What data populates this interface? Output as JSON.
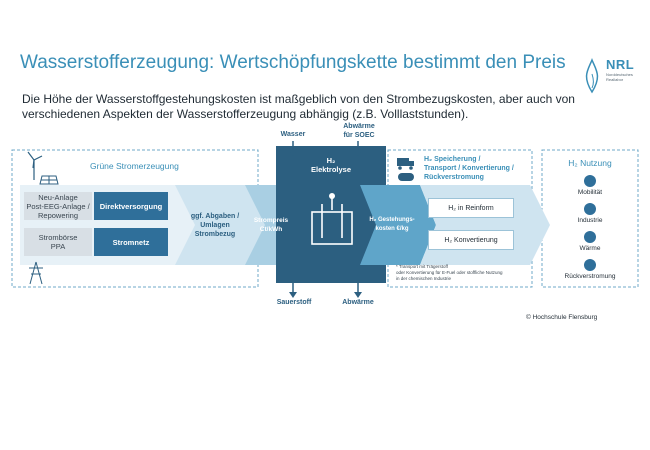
{
  "header": {
    "title": "Wasserstofferzeugung: Wertschöpfungskette bestimmt den Preis",
    "logo_text": "NRL",
    "logo_sub": "Norddeutsches Reallabor"
  },
  "intro": "Die Höhe der Wasserstoffgestehungskosten ist maßgeblich von den Strombezugskosten, aber auch von verschiedenen Aspekten der Wasserstofferzeugung abhängig (z.B. Volllaststunden).",
  "diagram": {
    "green_power_label": "Grüne Stromerzeugung",
    "source1": "Neu-Anlage\nPost-EEG-Anlage /\nRepowering",
    "source1_target": "Direktversorgung",
    "source2": "Strombörse\nPPA",
    "source2_target": "Stromnetz",
    "levies": "ggf. Abgaben /\nUmlagen\nStrombezug",
    "power_price": "Strompreis\nCt/kWh",
    "inputs": {
      "water": "Wasser",
      "waste_heat_soec": "Abwärme\nfür SOEC"
    },
    "electrolysis": "H₂\nElektrolyse",
    "outputs": {
      "oxygen": "Sauerstoff",
      "waste_heat": "Abwärme"
    },
    "gen_cost": "H₂ Gestehungs-\nkosten €/kg",
    "storage_label": "H₂ Speicherung /\nTransport / Konvertierung /\nRückverstromung",
    "pure_form": "H₂ in Reinform",
    "conversion": "H₂ Konvertierung",
    "footnote": "* Transport mit Trägerstoff\noder Konvertierung für E-Fuel oder stoffliche Nutzung\nin der chemischen Industrie",
    "usage_label": "H₂ Nutzung",
    "usage": [
      "Mobilität",
      "Industrie",
      "Wärme",
      "Rückverstromung"
    ],
    "copyright": "© Hochschule Flensburg"
  },
  "colors": {
    "accent": "#3a8fb7",
    "dark_blue": "#2c5f80",
    "mid_blue": "#2f6f9a",
    "light_blue": "#cfe4f0"
  }
}
